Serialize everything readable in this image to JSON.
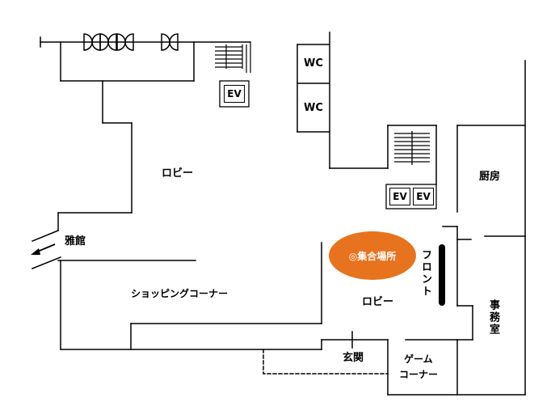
{
  "rooms": {
    "wc_1": "WC",
    "wc_2": "WC",
    "ev_1": "EV",
    "ev_2": "EV",
    "ev_3": "EV",
    "lobby_upper": "ロビー",
    "lobby_lower": "ロビー",
    "kitchen": "厨房",
    "office": "事務室",
    "front_desk": "フロント",
    "annex": "雅館",
    "shopping_corner": "ショッピングコーナー",
    "entrance": "玄関",
    "game_corner_line1": "ゲーム",
    "game_corner_line2": "コーナー"
  },
  "meeting_point": {
    "label": "◎集合場所",
    "color": "#E8731E"
  },
  "annex_arrow_icon": "arrow-left-down-icon",
  "colors": {
    "wall": "#000000",
    "background": "#ffffff",
    "label_on_marker": "#ffffff"
  }
}
